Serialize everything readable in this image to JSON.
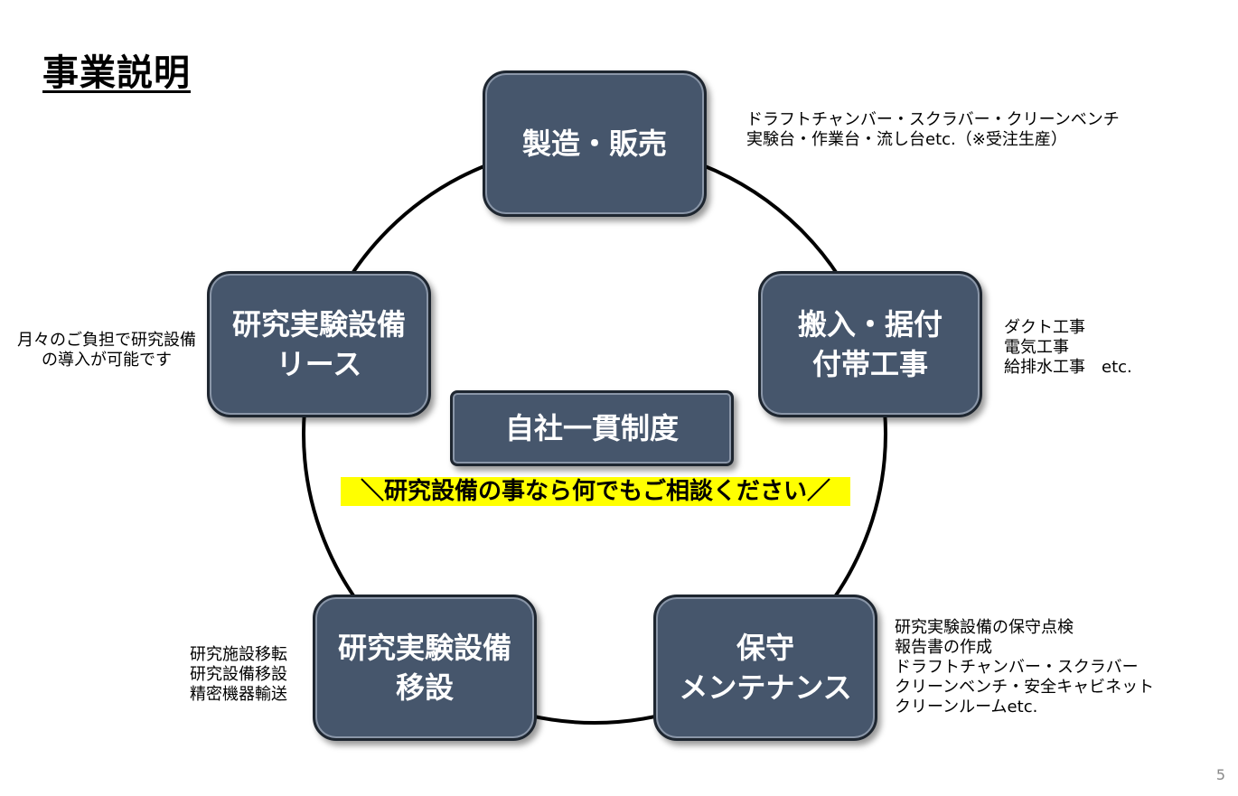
{
  "title": "事業説明",
  "center_box": "自社一貫制度",
  "banner": "＼研究設備の事なら何でもご相談ください／",
  "nodes": {
    "manufacture": {
      "lines": [
        "製造・販売"
      ]
    },
    "install": {
      "lines": [
        "搬入・据付",
        "付帯工事"
      ]
    },
    "maintenance": {
      "lines": [
        "保守",
        "メンテナンス"
      ]
    },
    "relocation": {
      "lines": [
        "研究実験設備",
        "移設"
      ]
    },
    "lease": {
      "lines": [
        "研究実験設備",
        "リース"
      ]
    }
  },
  "notes": {
    "manufacture": [
      "ドラフトチャンバー・スクラバー・クリーンベンチ",
      "実験台・作業台・流し台etc.（※受注生産）"
    ],
    "install": [
      "ダクト工事",
      "電気工事",
      "給排水工事　etc."
    ],
    "maintenance": [
      "研究実験設備の保守点検",
      "報告書の作成",
      "ドラフトチャンバー・スクラバー",
      "クリーンベンチ・安全キャビネット",
      "クリーンルームetc."
    ],
    "relocation": [
      "研究施設移転",
      "研究設備移設",
      "精密機器輸送"
    ],
    "lease": [
      "月々のご負担で研究設備",
      "の導入が可能です"
    ]
  },
  "page_number": "5",
  "colors": {
    "box_fill": "#46566c",
    "box_border": "#1e2630",
    "banner_bg": "#ffff00"
  }
}
